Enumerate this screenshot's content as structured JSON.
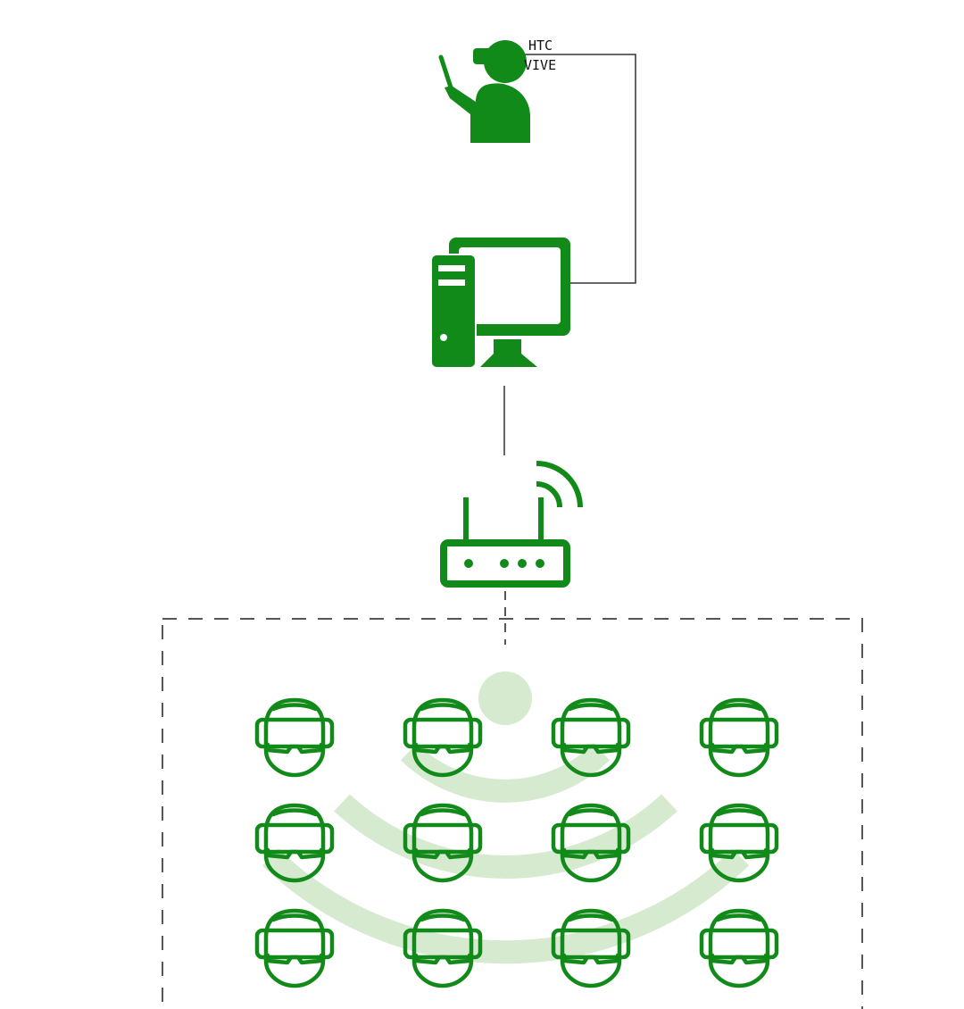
{
  "diagram": {
    "headset_label_line1": "HTC",
    "headset_label_line2": "VIVE",
    "colors": {
      "primary_green": "#128a1a",
      "light_green": "#d6ead0",
      "line": "#333333",
      "dash": "#555555"
    },
    "icons": {
      "teacher": "person-with-vr-headset-and-pointer-icon",
      "computer": "desktop-computer-icon",
      "router": "wifi-router-icon",
      "wifi": "wifi-signal-icon",
      "student": "vr-headset-face-icon"
    },
    "student_grid": {
      "rows": 3,
      "columns": 4
    }
  }
}
